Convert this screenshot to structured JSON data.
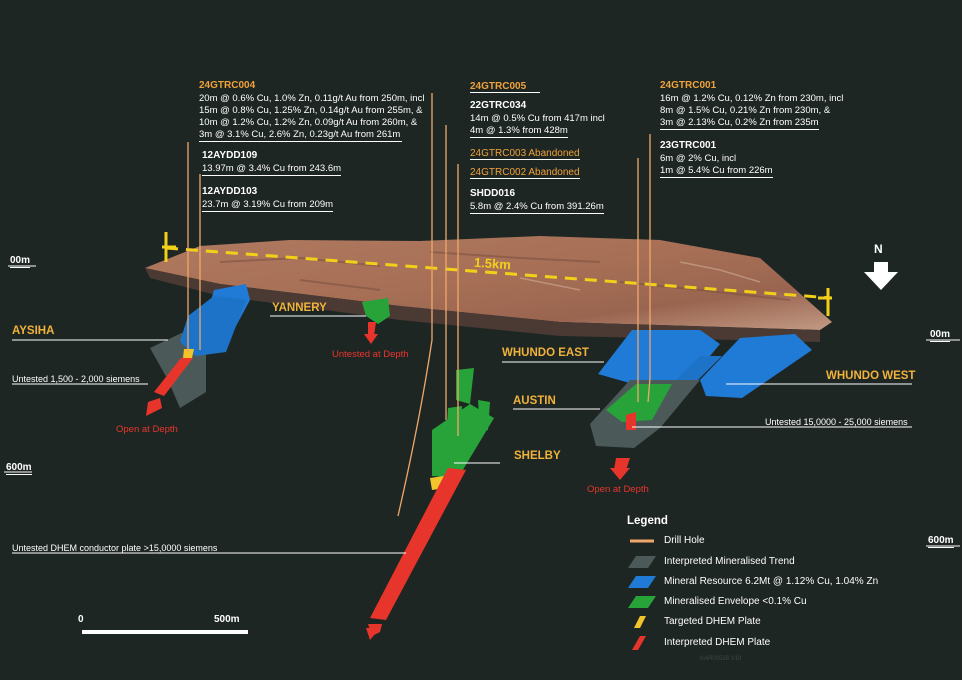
{
  "drill_labels": {
    "h1": "24GTRC004",
    "h1_lines": [
      "20m @ 0.6% Cu, 1.0% Zn, 0.11g/t Au from 250m, incl",
      "15m @ 0.8% Cu, 1.25% Zn, 0.14g/t Au from 255m, &",
      "10m @ 1.2% Cu, 1.2% Zn, 0.09g/t Au from 260m, &",
      "3m @ 3.1% Cu, 2.6% Zn, 0.23g/t Au from 261m"
    ],
    "h2": "12AYDD109",
    "h2_result": "13.97m @ 3.4% Cu from 243.6m",
    "h3": "12AYDD103",
    "h3_result": "23.7m @ 3.19% Cu from 209m",
    "h4": "24GTRC005",
    "h5": "22GTRC034",
    "h5_lines": [
      "14m @ 0.5% Cu from 417m incl",
      "4m @ 1.3% from 428m"
    ],
    "h6": "24GTRC003 Abandoned",
    "h7": "24GTRC002 Abandoned",
    "h8": "SHDD016",
    "h8_result": "5.8m @ 2.4% Cu from 391.26m",
    "h9": "24GTRC001",
    "h9_lines": [
      "16m @ 1.2% Cu, 0.12% Zn from 230m, incl",
      "8m @ 1.5% Cu, 0.21% Zn from 230m, &",
      "3m @ 2.13% Cu, 0.2% Zn from 235m"
    ],
    "h10": "23GTRC001",
    "h10_lines": [
      "6m @ 2% Cu, incl",
      "1m @ 5.4% Cu from 226m"
    ]
  },
  "depths": {
    "left_top": "00m",
    "left_mid": "600m",
    "right_top": "00m",
    "right_bottom": "600m"
  },
  "locations": {
    "aysiha": "AYSIHA",
    "yannery": "YANNERY",
    "whundo_east": "WHUNDO EAST",
    "whundo_west": "WHUNDO WEST",
    "austin": "AUSTIN",
    "shelby": "SHELBY"
  },
  "annotations": {
    "untested_left": "Untested 1,500 - 2,000 siemens",
    "open_left": "Open at Depth",
    "untested_yannery": "Untested at Depth",
    "untested_right": "Untested  15,0000 - 25,000 siemens",
    "open_right": "Open at Depth",
    "untested_dhem": "Untested DHEM conductor plate >15,0000 siemens",
    "distance": "1.5km"
  },
  "north": "N",
  "scale_bar": {
    "start": "0",
    "end": "500m"
  },
  "legend": {
    "title": "Legend",
    "items": [
      {
        "key": "drill",
        "label": "Drill Hole",
        "color": "#f0a86a"
      },
      {
        "key": "trend",
        "label": "Interpreted Mineralised Trend",
        "color": "#4b5a59"
      },
      {
        "key": "resource",
        "label": "Mineral Resource 6.2Mt @ 1.12% Cu, 1.04% Zn",
        "color": "#1f7bd6"
      },
      {
        "key": "envelope",
        "label": "Mineralised Envelope <0.1% Cu",
        "color": "#27a33a"
      },
      {
        "key": "targeted",
        "label": "Targeted DHEM Plate",
        "color": "#f2c42c"
      },
      {
        "key": "interpreted",
        "label": "Interpreted  DHEM Plate",
        "color": "#e8352b"
      }
    ]
  },
  "watermark": "KAR00528 V10"
}
